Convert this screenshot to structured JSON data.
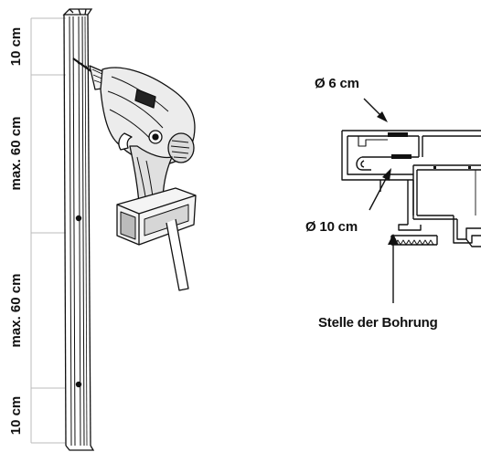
{
  "dimensions": {
    "top_gap": "10 cm",
    "upper_spacing": "max. 60 cm",
    "lower_spacing": "max. 60 cm",
    "bottom_gap": "10 cm"
  },
  "profile_callouts": {
    "upper_diameter": "Ø 6 cm",
    "lower_diameter": "Ø 10 cm",
    "drilling_location": "Stelle der Bohrung"
  },
  "icons": [
    "cordless-drill-icon",
    "arrow-icon"
  ],
  "colors": {
    "line": "#111111",
    "background": "#ffffff",
    "drill_body": "#e8e8e8"
  }
}
